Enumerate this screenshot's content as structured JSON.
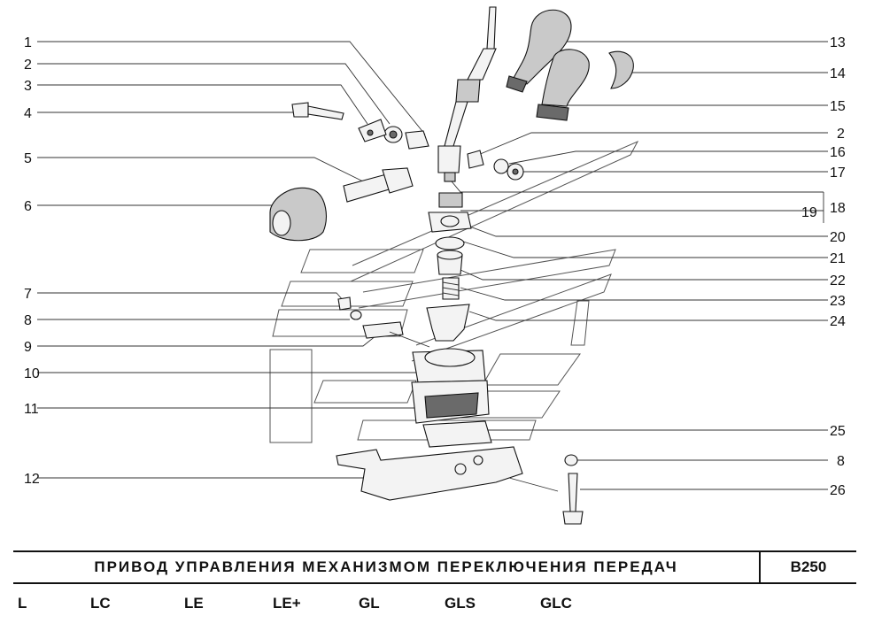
{
  "diagram": {
    "title": "ПРИВОД УПРАВЛЕНИЯ МЕХАНИЗМОМ ПЕРЕКЛЮЧЕНИЯ ПЕРЕДАЧ",
    "code": "B250",
    "callouts_left": [
      "1",
      "2",
      "3",
      "4",
      "5",
      "6",
      "7",
      "8",
      "9",
      "10",
      "11",
      "12"
    ],
    "callouts_right": [
      "13",
      "14",
      "15",
      "2",
      "16",
      "17",
      "19",
      "18",
      "20",
      "21",
      "22",
      "23",
      "24",
      "25",
      "8",
      "26"
    ]
  },
  "trims": [
    "L",
    "LC",
    "LE",
    "LE+",
    "GL",
    "GLS",
    "GLC"
  ]
}
